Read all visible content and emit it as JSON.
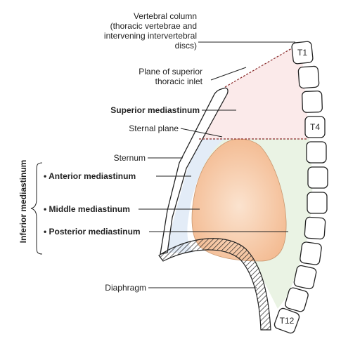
{
  "labels": {
    "vertebral_column": [
      "Vertebral column",
      "(thoracic vertebrae and",
      "intervening intervertebral",
      "discs)"
    ],
    "superior_inlet": [
      "Plane of superior",
      "thoracic inlet"
    ],
    "superior_mediastinum": "Superior mediastinum",
    "sternal_plane": "Sternal plane",
    "sternum": "Sternum",
    "anterior_mediastinum": "• Anterior mediastinum",
    "middle_mediastinum": "• Middle mediastinum",
    "posterior_mediastinum": "• Posterior mediastinum",
    "diaphragm": "Diaphragm",
    "inferior_mediastinum": "Inferior mediastinum"
  },
  "vertebrae": {
    "t1": "T1",
    "t4": "T4",
    "t12": "T12"
  },
  "colors": {
    "superior_region": "#fbeaea",
    "posterior_region": "#eaf3e4",
    "anterior_region": "#e3ecf7",
    "heart": "#f6c9a8",
    "outline": "#222222"
  }
}
